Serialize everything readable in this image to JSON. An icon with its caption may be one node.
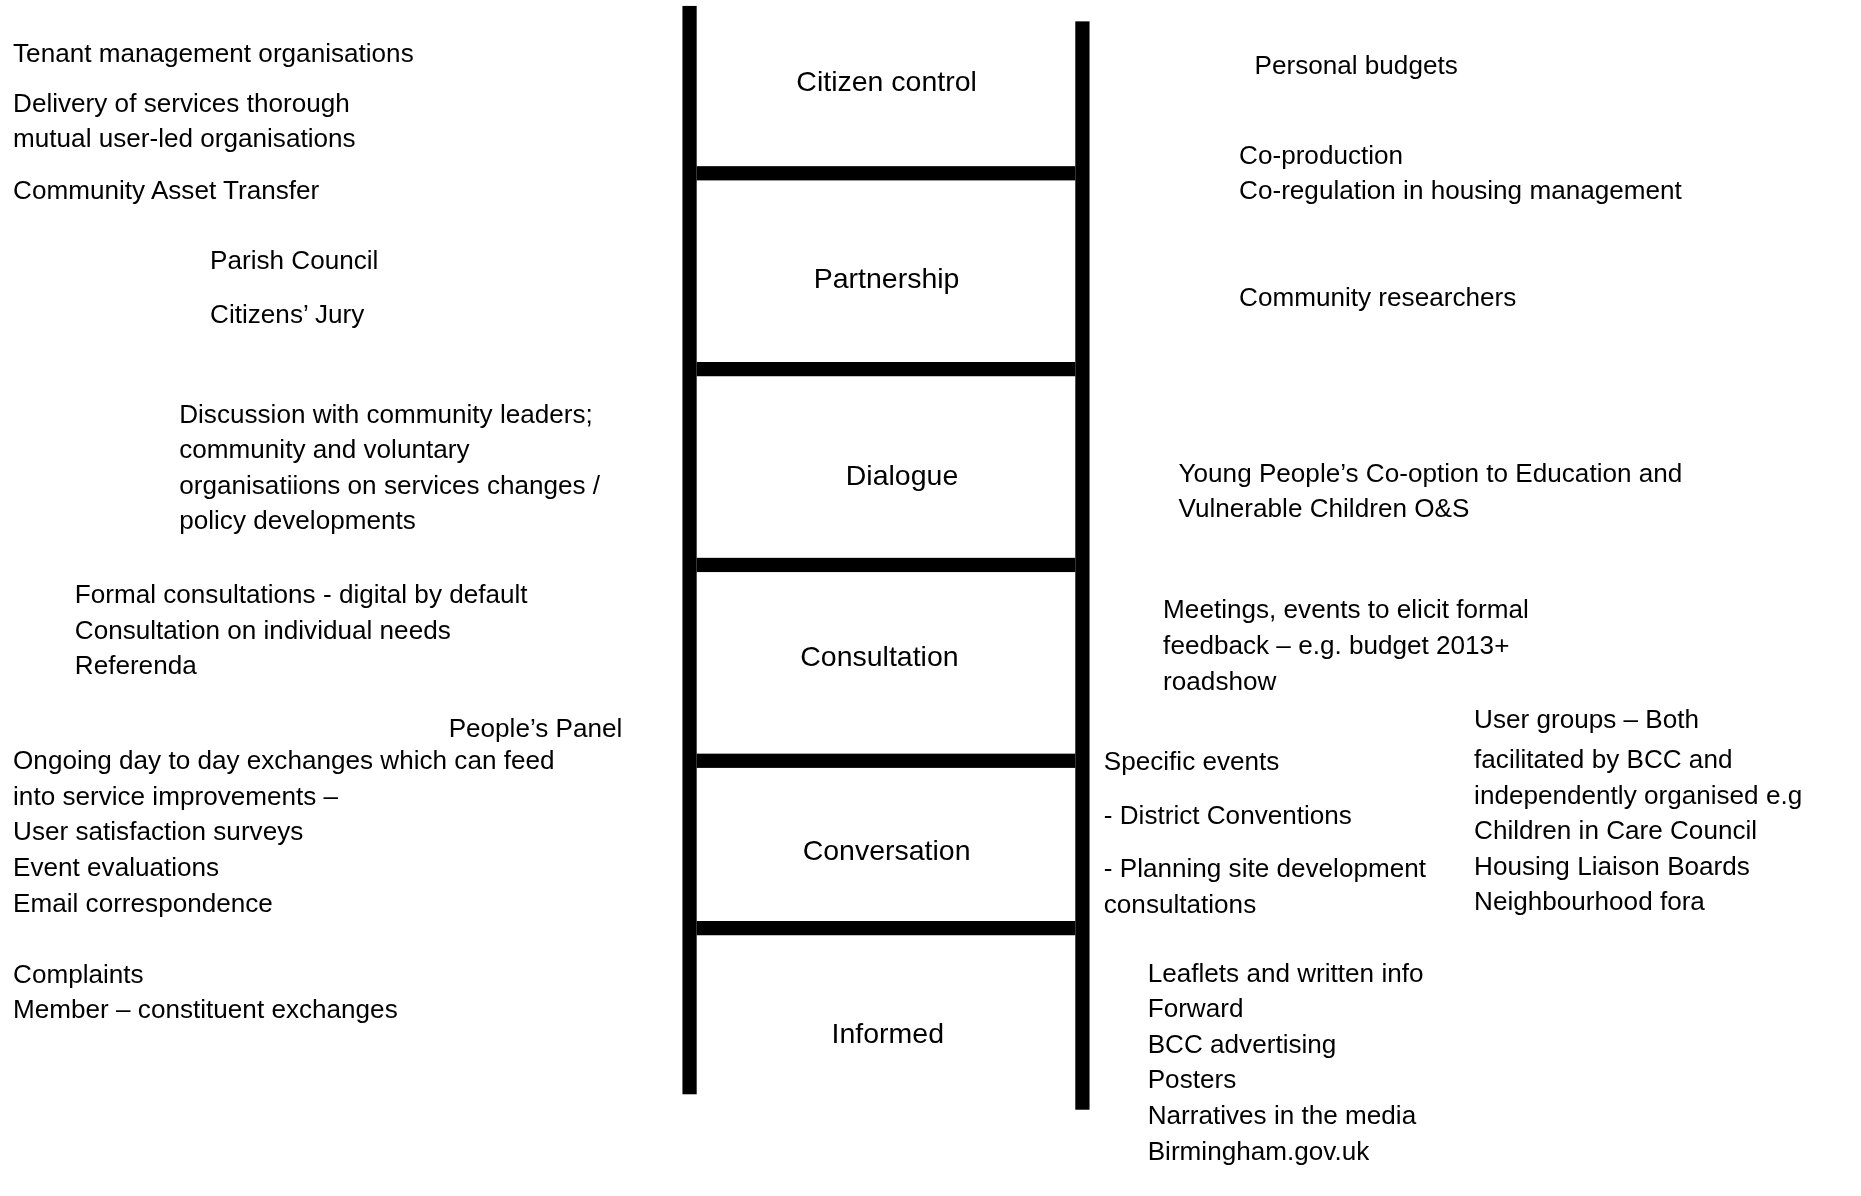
{
  "diagram": {
    "labels": [
      "Tenant management organisations",
      "Delivery of services thorough mutual user-led organisations",
      "Community Asset Transfer",
      "Citizen control",
      "Personal budgets",
      "Parish Council",
      "Citizens’ Jury",
      "Partnership",
      "Co-production",
      "Co-regulation in housing management",
      "Community researchers",
      "Discussion with community leaders; community and voluntary organisatiions on services changes / policy developments",
      "Dialogue",
      "Young People’s Co-option to Education and Vulnerable Children O&S",
      "Formal consultations - digital by default",
      "Consultation on individual needs",
      "Referenda",
      "Consultation",
      "Meetings, events to elicit formal feedback – e.g. budget 2013+ roadshow",
      "People’s Panel",
      "Ongoing day to day exchanges which can feed into service improvements –",
      "User satisfaction surveys",
      "Event evaluations",
      "Email correspondence",
      "Complaints",
      "Member – constituent exchanges",
      "Conversation",
      "Specific events",
      "- District Conventions",
      "- Planning site development consultations",
      "User groups  – Both",
      "facilitated by BCC and independently organised e.g",
      "Children in Care Council",
      "Housing Liaison Boards",
      "Neighbourhood fora",
      "Informed",
      "Leaflets and written info",
      "Forward",
      "BCC advertising",
      "Posters",
      "Narratives in the media",
      "Birmingham.gov.uk"
    ]
  }
}
